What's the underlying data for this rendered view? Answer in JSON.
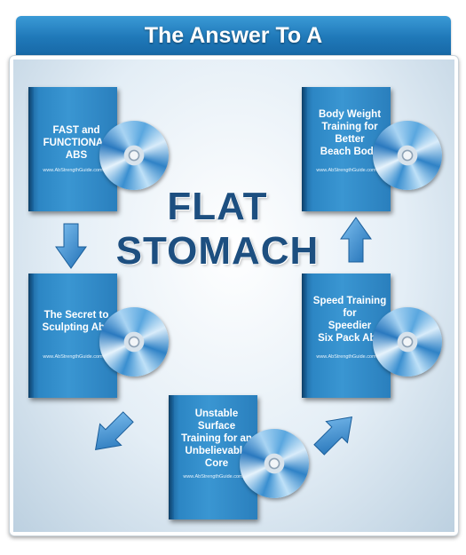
{
  "banner": {
    "title": "The Answer To A"
  },
  "center": {
    "line1": "FLAT",
    "line2": "STOMACH"
  },
  "products": [
    {
      "title": "FAST and\nFUNCTIONAL\nABS",
      "url": "www.AbStrengthGuide.com"
    },
    {
      "title": "The Secret to\nSculpting Abs",
      "url": "www.AbStrengthGuide.com"
    },
    {
      "title": "Unstable\nSurface\nTraining for an\nUnbelievable\nCore",
      "url": "www.AbStrengthGuide.com"
    },
    {
      "title": "Speed Training\nfor\nSpeedier\nSix Pack Abs",
      "url": "www.AbStrengthGuide.com"
    },
    {
      "title": "Body Weight\nTraining for\nBetter\nBeach Body",
      "url": "www.AbStrengthGuide.com"
    }
  ],
  "colors": {
    "banner": "#1f78b8",
    "case": "#2c86c4",
    "title_text": "#1d4f80",
    "arrow": "#3f8fd4"
  },
  "icons": {
    "disc": "cd-disc-icon",
    "arrow": "arrow-icon"
  }
}
